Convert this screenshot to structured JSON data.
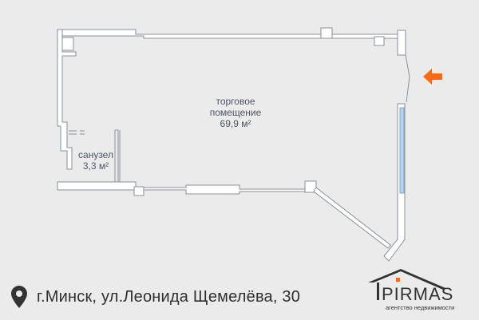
{
  "rooms": [
    {
      "name": "торговое помещение",
      "line1": "торговое",
      "line2": "помещение",
      "area": "69,9 м²"
    },
    {
      "name": "санузел",
      "line1": "санузел",
      "area": "3,3 м²"
    }
  ],
  "address": {
    "icon": "map-pin-icon",
    "text": "г.Минск, ул.Леонида Щемелёва, 30"
  },
  "logo": {
    "brand": "PIRMAS",
    "tagline": "агентство недвижимости"
  },
  "entrance": {
    "icon": "arrow-left-icon",
    "color": "#ff6a13"
  },
  "colors": {
    "background": "#ebebeb",
    "wall": "#ffffff",
    "wall_outline": "#8a9099",
    "window": "#a9d8f5",
    "label": "#4b5566"
  }
}
